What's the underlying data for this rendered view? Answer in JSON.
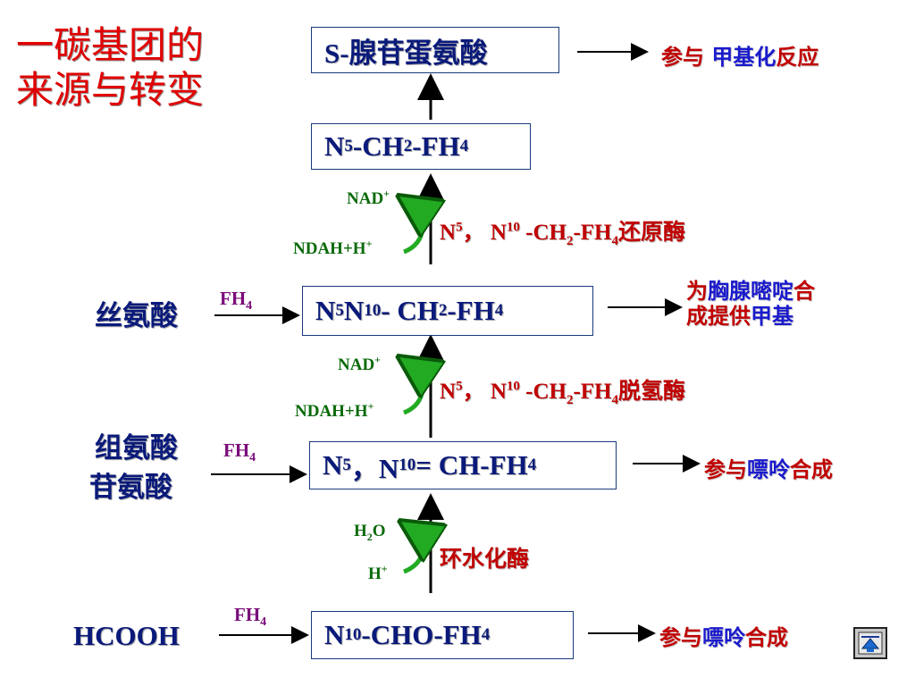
{
  "title": {
    "line1": "一碳基团的",
    "line2": "来源与转变"
  },
  "boxes": {
    "sam": "S-腺苷蛋氨酸",
    "methyl": {
      "n": "N",
      "s1": "5",
      "mid": "-CH",
      "s2": "2",
      "end": "-FH",
      "s3": "4"
    },
    "methylene": {
      "a": "N",
      "s1": "5",
      "b": " N",
      "s2": "10",
      "c": " - CH",
      "s3": "2",
      "d": "-FH",
      "s4": "4"
    },
    "methenyl": {
      "a": "N",
      "s1": "5",
      "b": "，N",
      "s2": "10",
      "c": " = CH-FH",
      "s3": "4"
    },
    "formyl": {
      "a": "N",
      "s1": "10",
      "b": " -CHO-FH",
      "s2": "4"
    }
  },
  "notes": {
    "sam_a": "参与 ",
    "sam_b": "甲基化",
    "sam_c": "反应",
    "methylene_a": "为",
    "methylene_b": "胸腺嘧啶",
    "methylene_c": "合",
    "methylene_d": "成提供",
    "methylene_e": "甲基",
    "methenyl_a": "参与",
    "methenyl_b": "嘌呤",
    "methenyl_c": "合成",
    "formyl_a": "参与",
    "formyl_b": "嘌呤",
    "formyl_c": "合成"
  },
  "enzymes": {
    "reductase": {
      "a": "N",
      "s1": "5",
      "b": "，  N",
      "s2": "10",
      "c": " -CH",
      "s3": "2",
      "d": "-FH",
      "s4": "4",
      "e": "还原酶"
    },
    "dehydrogenase": {
      "a": "N",
      "s1": "5",
      "b": "，  N",
      "s2": "10",
      "c": " -CH",
      "s3": "2",
      "d": "-FH",
      "s4": "4",
      "e": "脱氢酶"
    },
    "cyclohydrolase": "环水化酶"
  },
  "cofactors": {
    "top1": {
      "a": "NAD",
      "s": "+"
    },
    "bot1": {
      "a": "NDAH+H",
      "s": "+"
    },
    "top2": {
      "a": "NAD",
      "s": "+"
    },
    "bot2": {
      "a": "NDAH+H",
      "s": "+"
    },
    "top3": {
      "a": "H",
      "s": "2",
      "b": "O"
    },
    "bot3": {
      "a": "H",
      "s": "+"
    }
  },
  "sources": {
    "serine": "丝氨酸",
    "histidine": "组氨酸",
    "glycine": "苷氨酸",
    "formate": "HCOOH"
  },
  "fh4_labels": {
    "a": "FH",
    "s": "4"
  },
  "colors": {
    "title": "#e00000",
    "box_text": "#0a1a7a",
    "enzyme": "#c00000",
    "cofactor": "#0a6a0a",
    "highlight": "#1a1acc",
    "fh4": "#7a0a7a"
  },
  "icons": {
    "nav": "home-up-icon"
  }
}
